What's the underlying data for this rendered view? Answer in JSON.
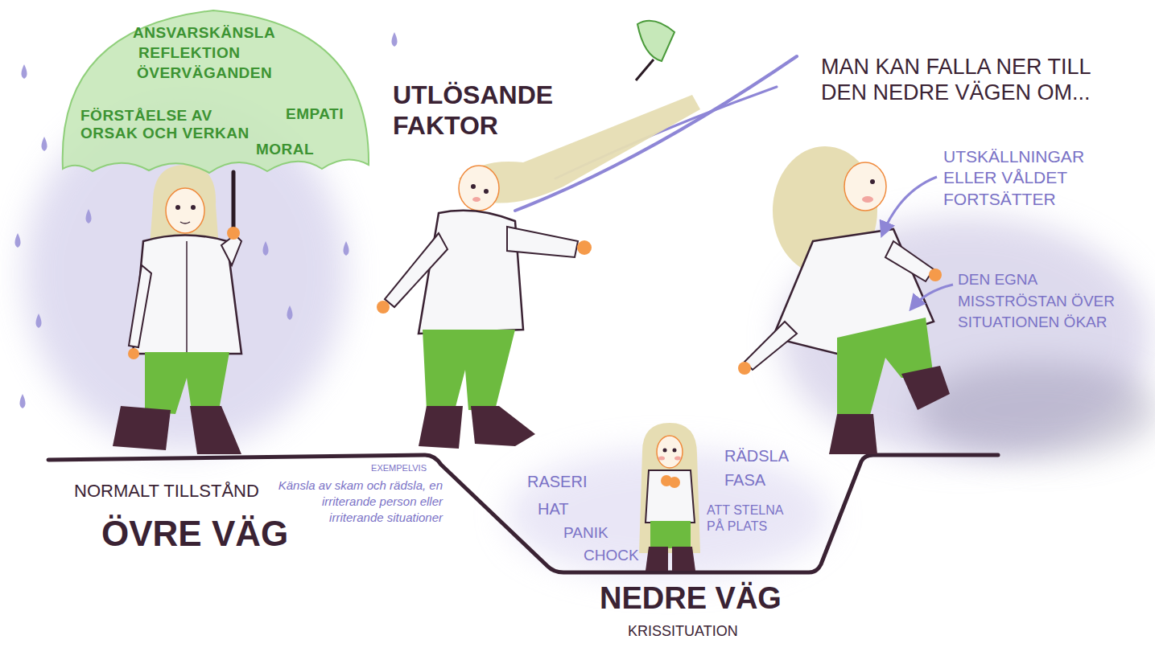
{
  "diagram": {
    "nodes": [
      {
        "text": [
          "ANSVARSKÄNSLA",
          "REFLEKTION",
          "ÖVERVÄGANDEN",
          "FÖRSTÅELSE AV ORSAK OCH VERKAN",
          "EMPATI",
          "MORAL"
        ]
      }
    ],
    "labels": [
      "UTLÖSANDE FAKTOR",
      "MAN KAN FALLA NER TILL DEN NEDRE VÄGEN OM...",
      "UTSKÄLLNINGAR ELLER VÅLDET FORTSÄTTER",
      "DEN EGNA MISSTRÖSTAN ÖVER SITUATIONEN ÖKAR",
      "NORMALT TILLSTÅND",
      "ÖVRE VÄG",
      "EXEMPELVIS",
      "Känsla av skam och rädsla, en irriterande person eller irriterande situationer",
      "RASERI",
      "HAT",
      "PANIK",
      "CHOCK",
      "RÄDSLA",
      "FASA",
      "ATT STELNA PÅ PLATS",
      "NEDRE VÄG",
      "KRISSITUATION"
    ]
  }
}
